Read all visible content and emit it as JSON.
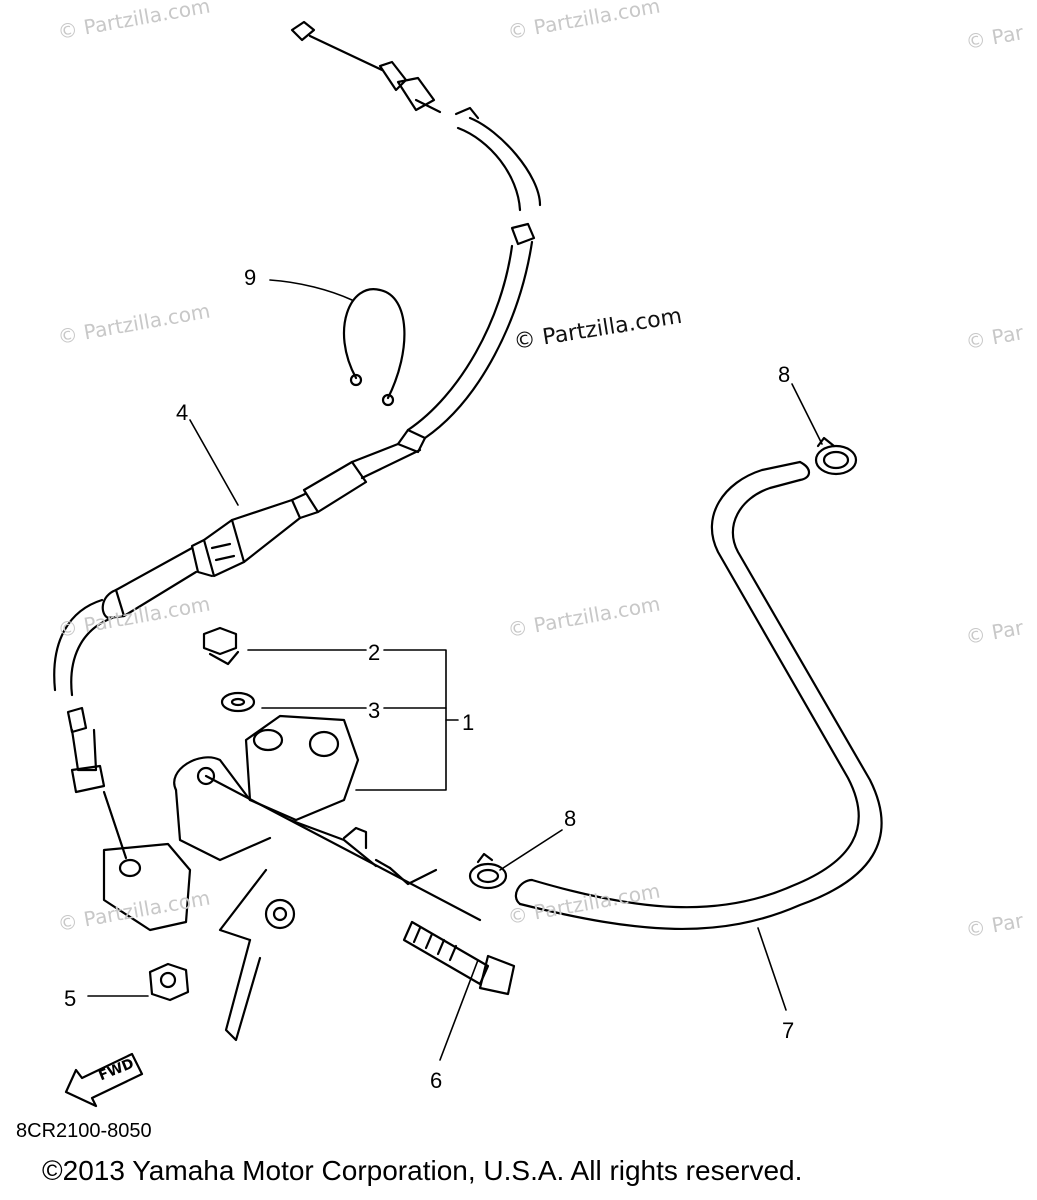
{
  "watermarks": {
    "light": "© Partzilla.com",
    "light_cut": "© Par",
    "center": "© Partzilla.com"
  },
  "callouts": {
    "c1": "1",
    "c2": "2",
    "c3": "3",
    "c4": "4",
    "c5": "5",
    "c6": "6",
    "c7": "7",
    "c8a": "8",
    "c8b": "8",
    "c9": "9"
  },
  "fwd_label": "FWD",
  "part_code": "8CR2100-8050",
  "copyright": "©2013 Yamaha Motor Corporation, U.S.A. All rights reserved.",
  "colors": {
    "line": "#000000",
    "watermark": "#c8c8c8"
  }
}
